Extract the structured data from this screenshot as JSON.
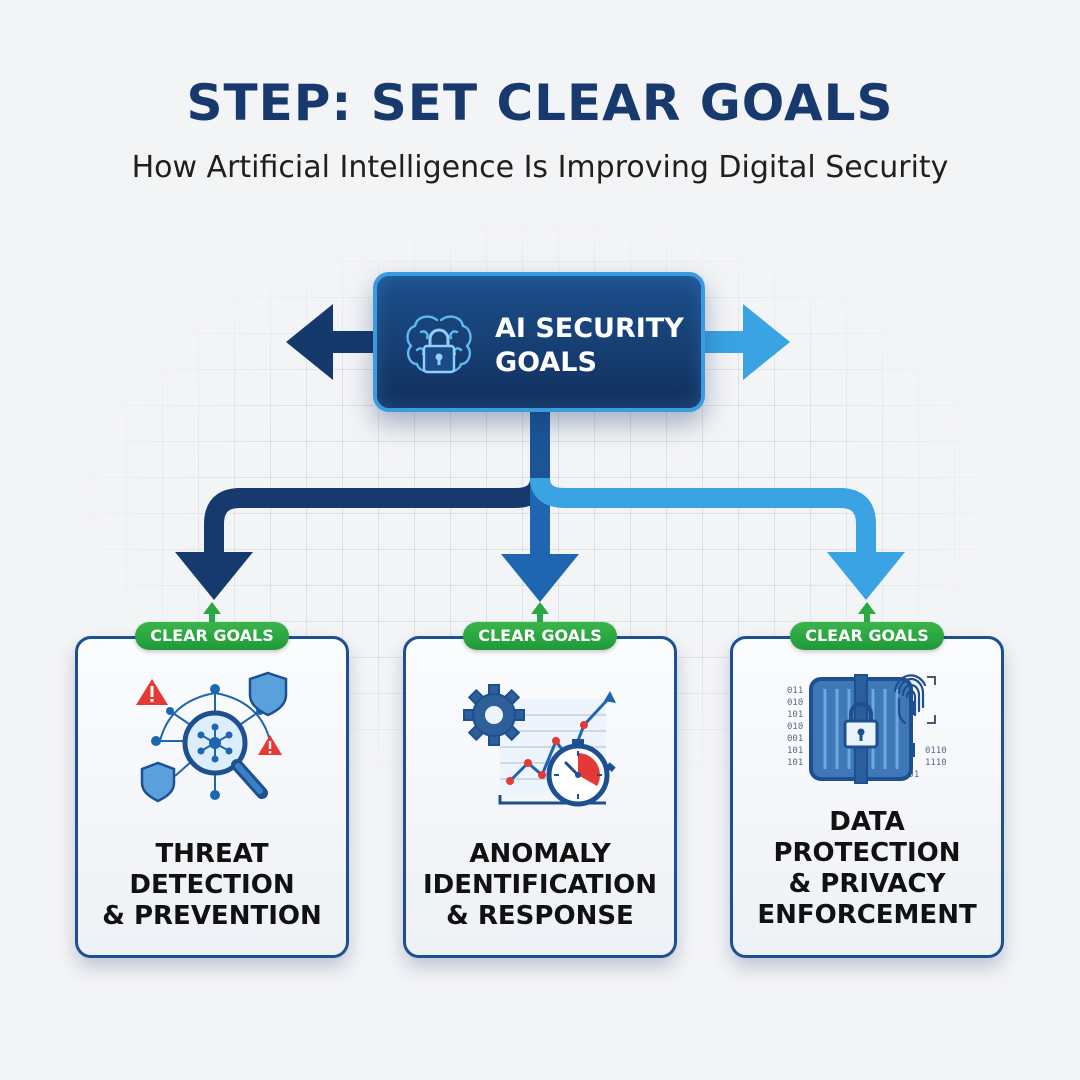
{
  "header": {
    "title": "STEP: SET CLEAR GOALS",
    "subtitle": "How Artificial Intelligence Is Improving Digital Security"
  },
  "hub": {
    "line1": "AI SECURITY",
    "line2": "GOALS",
    "icon": "brain-lock-icon"
  },
  "goals": [
    {
      "badge": "CLEAR GOALS",
      "icon": "threat-detection-icon",
      "lines": [
        "THREAT",
        "DETECTION",
        "& PREVENTION"
      ]
    },
    {
      "badge": "CLEAR GOALS",
      "icon": "anomaly-chart-icon",
      "lines": [
        "ANOMALY",
        "IDENTIFICATION",
        "& RESPONSE"
      ]
    },
    {
      "badge": "CLEAR GOALS",
      "icon": "data-vault-icon",
      "lines": [
        "DATA",
        "PROTECTION",
        "& PRIVACY",
        "ENFORCEMENT"
      ],
      "binary": [
        "011",
        "010",
        "101",
        "010",
        "001",
        "101",
        "101",
        "0110",
        "1110",
        "101"
      ]
    }
  ],
  "colors": {
    "navy": "#17396d",
    "mid_blue": "#1f66b0",
    "light_blue": "#3aa3e3",
    "badge_green": "#2aa843",
    "alert_red": "#e53935"
  }
}
